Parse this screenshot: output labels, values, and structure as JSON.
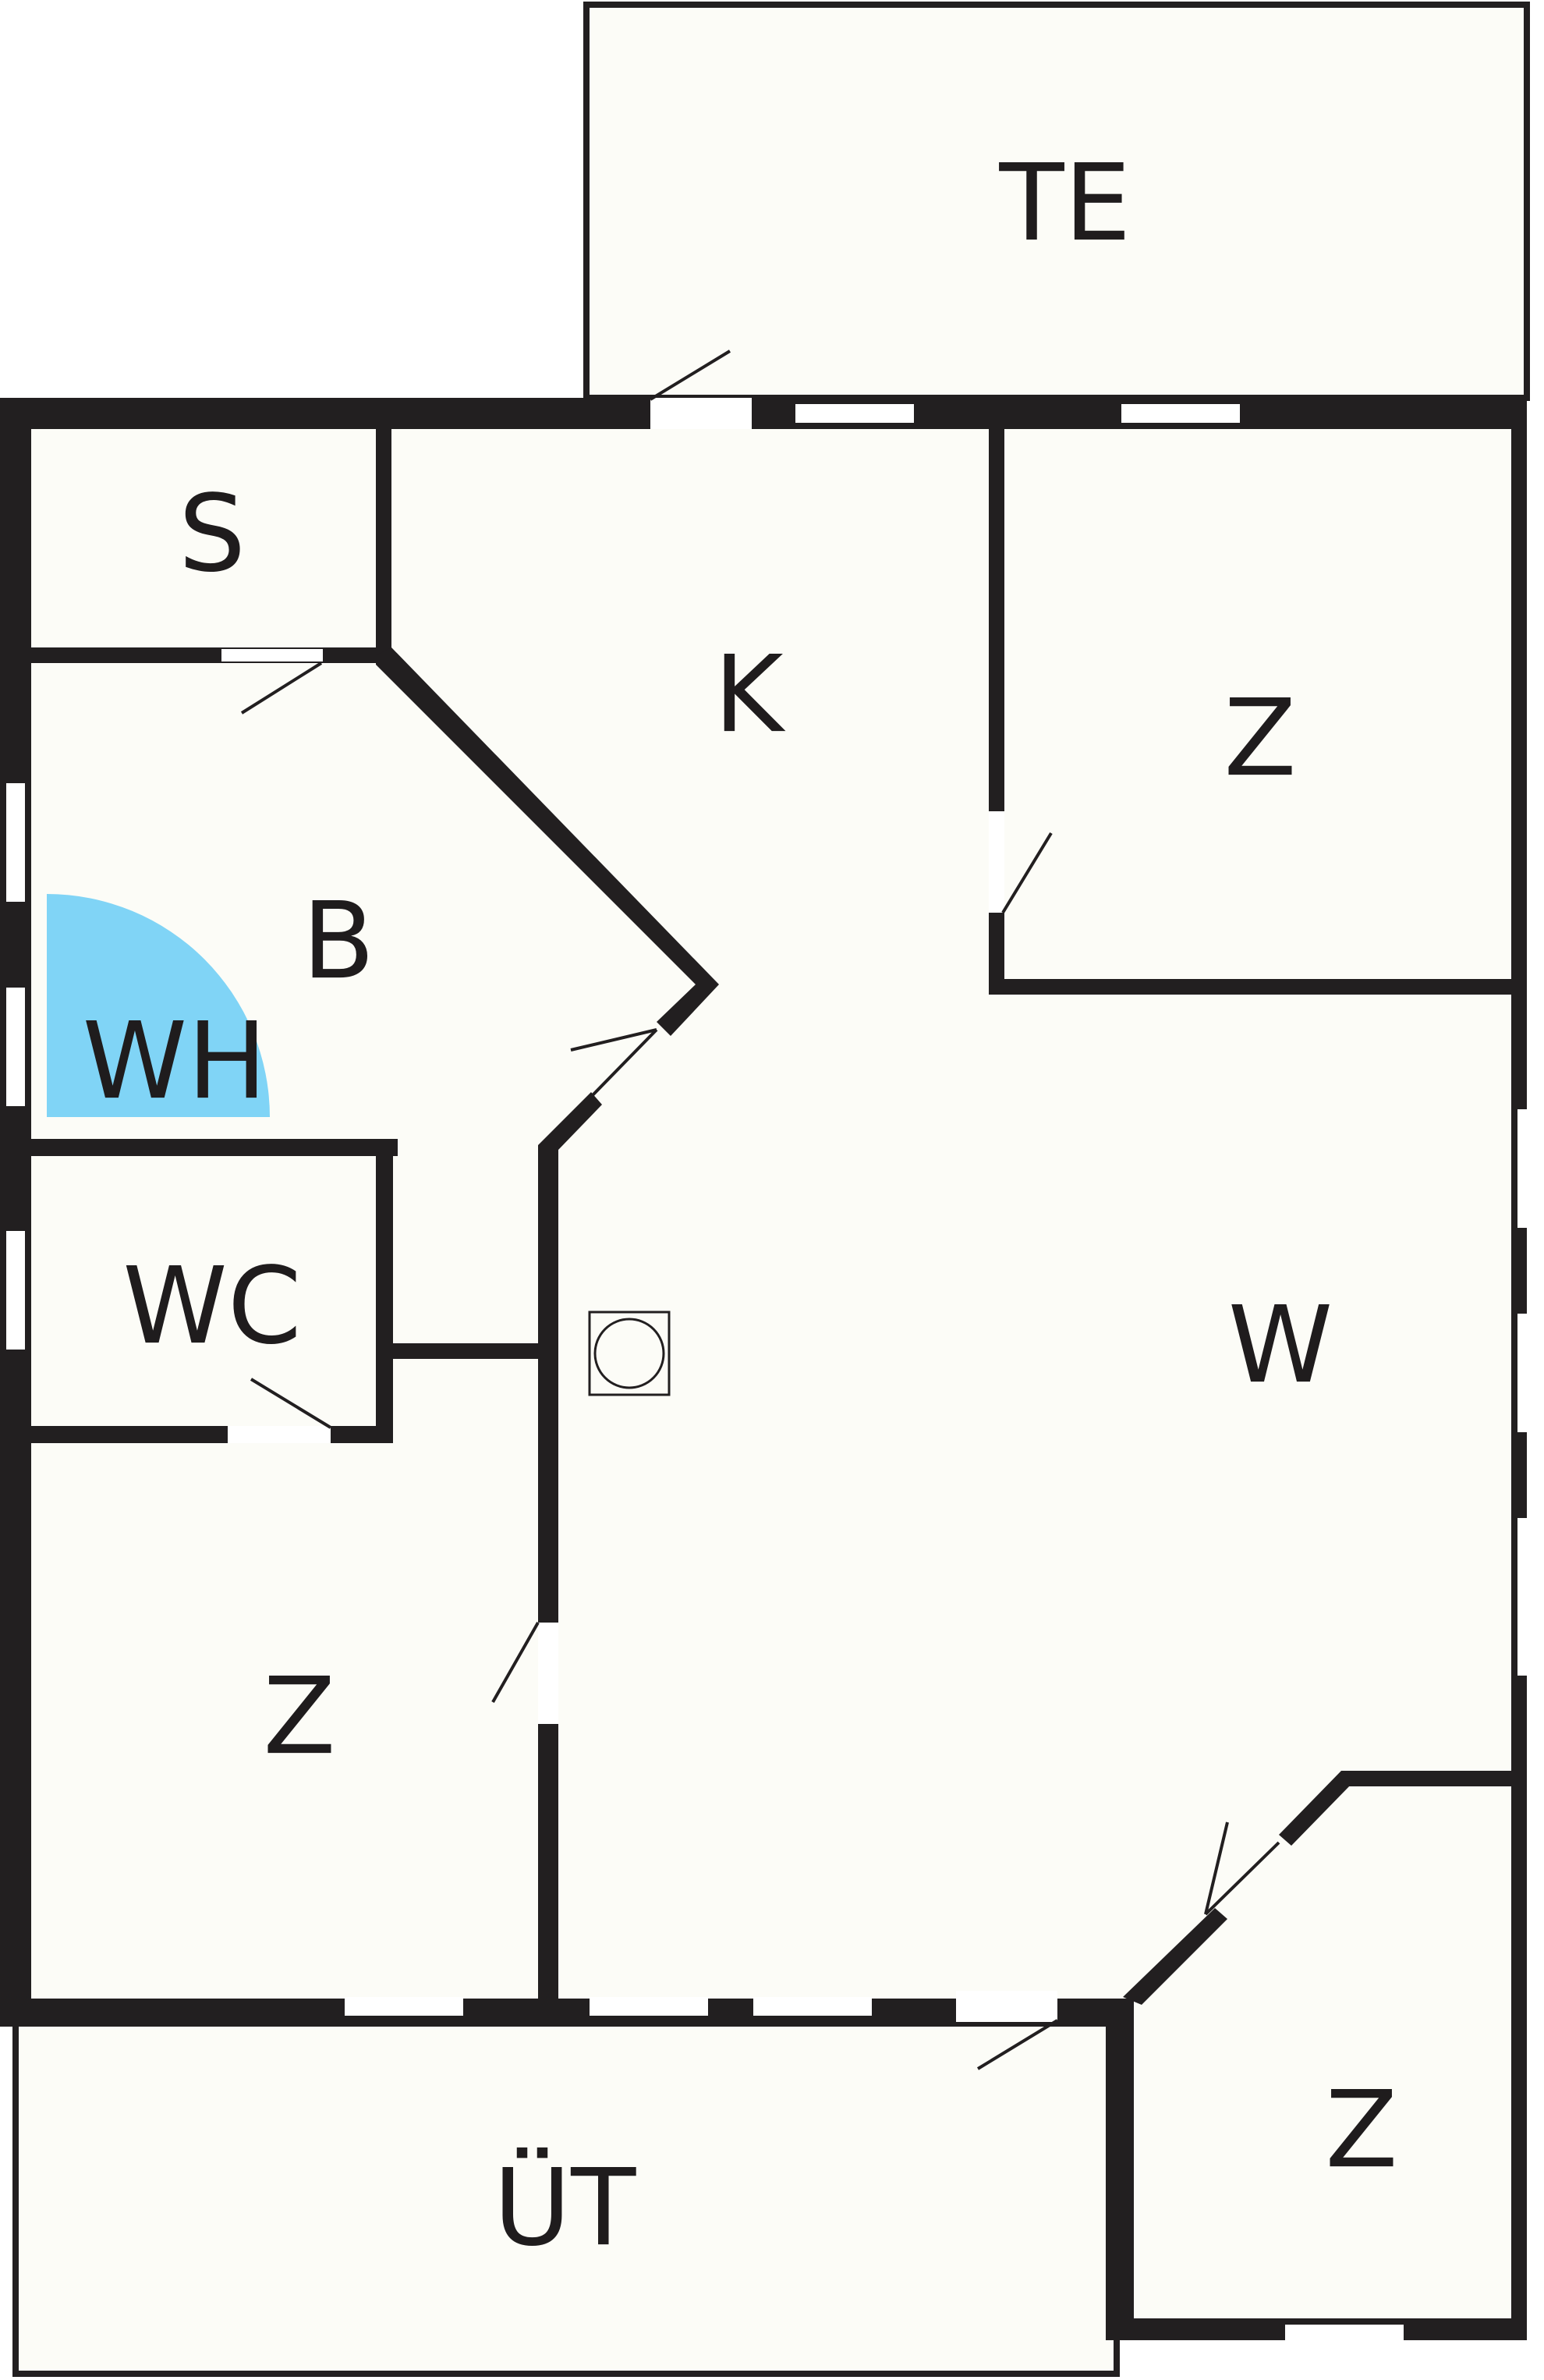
{
  "floorplan": {
    "colors": {
      "wall": "#221f20",
      "floor": "#fcfcf7",
      "background": "#ffffff",
      "fixture_highlight": "#80d4f6"
    },
    "rooms": [
      {
        "id": "terrace",
        "label": "TE"
      },
      {
        "id": "storage",
        "label": "S"
      },
      {
        "id": "kitchen",
        "label": "K"
      },
      {
        "id": "room-north-east",
        "label": "Z"
      },
      {
        "id": "bathroom",
        "label": "B"
      },
      {
        "id": "washing-machine",
        "label": "WH"
      },
      {
        "id": "toilet",
        "label": "WC"
      },
      {
        "id": "living-room",
        "label": "W"
      },
      {
        "id": "room-south-west",
        "label": "Z"
      },
      {
        "id": "balcony",
        "label": "ÜT"
      },
      {
        "id": "room-south-east",
        "label": "Z"
      }
    ]
  }
}
